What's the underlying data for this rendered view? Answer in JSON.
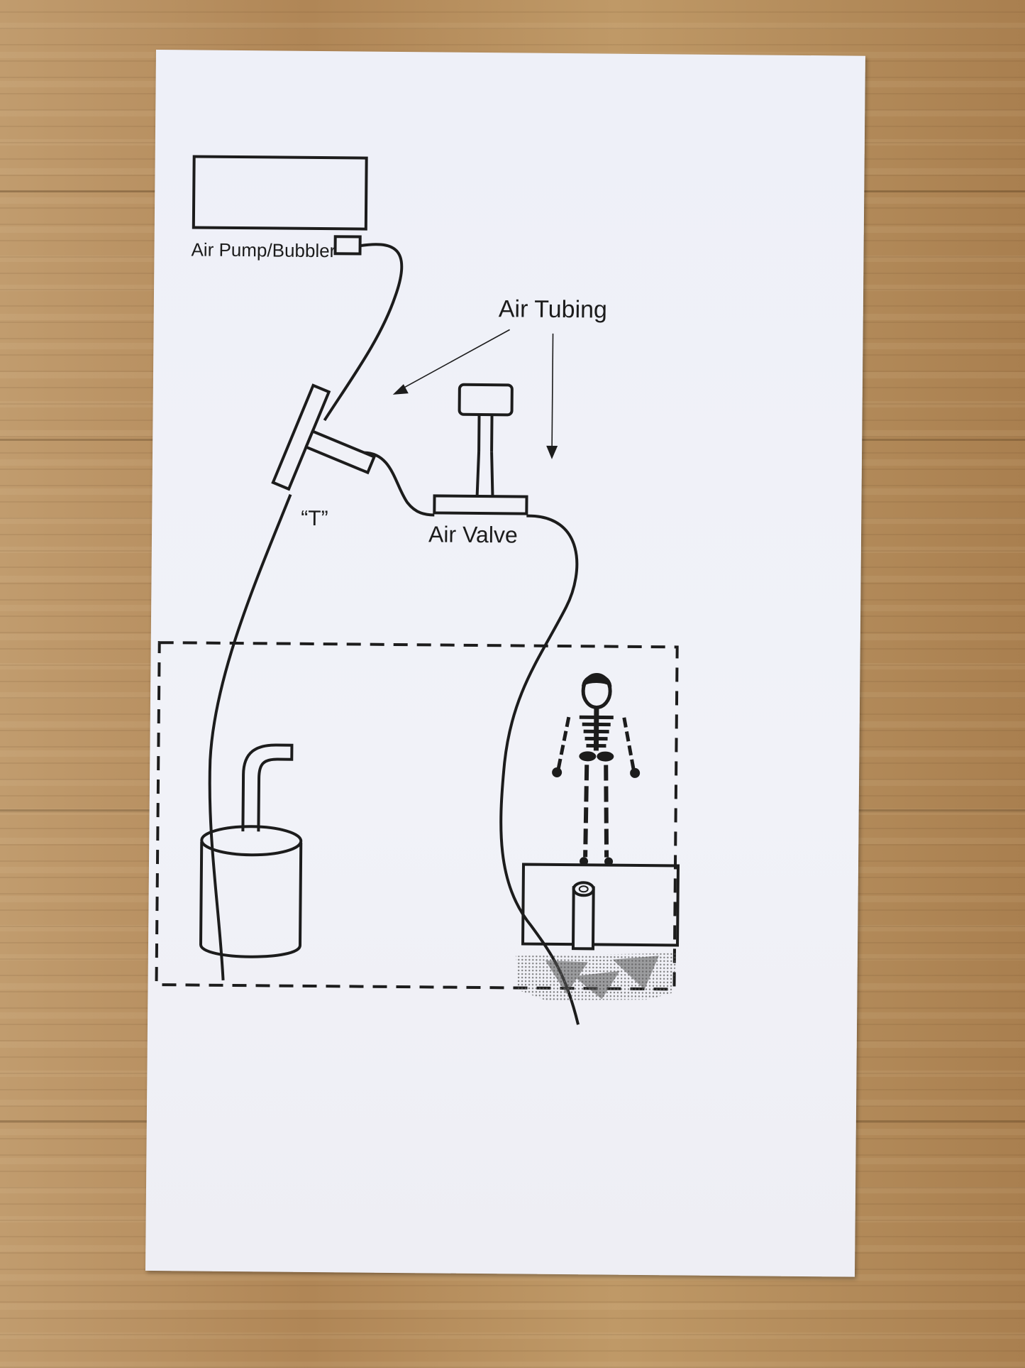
{
  "labels": {
    "pump": "Air Pump/Bubbler",
    "tubing": "Air Tubing",
    "tee": "“T”",
    "valve": "Air Valve"
  },
  "colors": {
    "ink": "#1c1c1c",
    "card": "#f0f1f7",
    "wood": "#b48e60"
  },
  "icons": [
    "air-pump-box",
    "tee-connector",
    "air-valve",
    "bubbler-canister",
    "skeleton-figure",
    "rock-base"
  ]
}
